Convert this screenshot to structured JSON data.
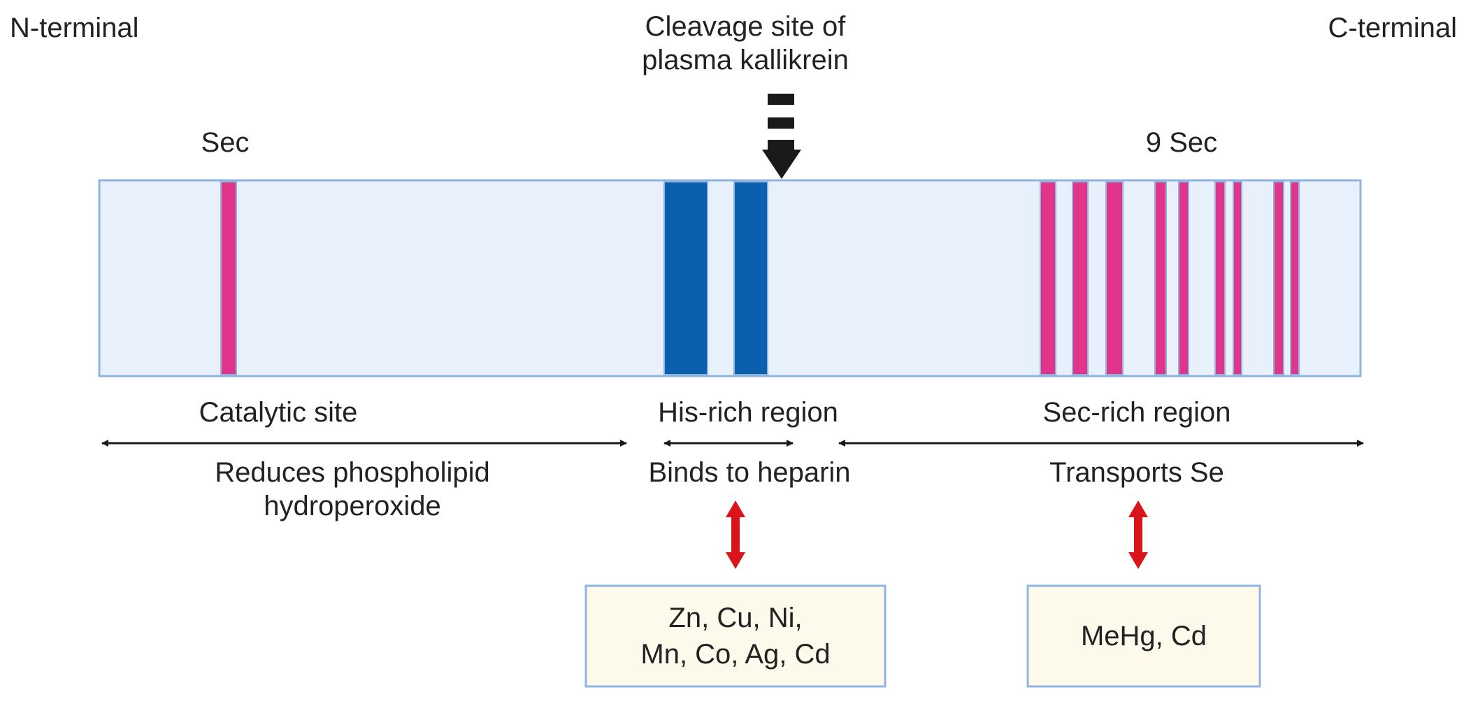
{
  "labels": {
    "n_terminal": "N-terminal",
    "c_terminal": "C-terminal",
    "cleavage_line1": "Cleavage site of",
    "cleavage_line2": "plasma kallikrein",
    "sec_single": "Sec",
    "sec_nine": "9 Sec"
  },
  "regions": {
    "catalytic": {
      "title": "Catalytic site",
      "function_line1": "Reduces phospholipid",
      "function_line2": "hydroperoxide"
    },
    "his_rich": {
      "title": "His-rich region",
      "function": "Binds to heparin"
    },
    "sec_rich": {
      "title": "Sec-rich region",
      "function": "Transports Se"
    }
  },
  "boxes": {
    "metals_left_line1": "Zn, Cu, Ni,",
    "metals_left_line2": "Mn, Co, Ag, Cd",
    "metals_right": "MeHg, Cd"
  },
  "colors": {
    "protein_fill": "#e8f1fb",
    "protein_border": "#8fb4e0",
    "sec_stripe": "#e0358a",
    "his_block": "#0a5fae",
    "red_arrow": "#d9151b",
    "black_arrow": "#1a1a1a",
    "box_fill": "#fdfaec",
    "box_border": "#8fb4e0"
  }
}
